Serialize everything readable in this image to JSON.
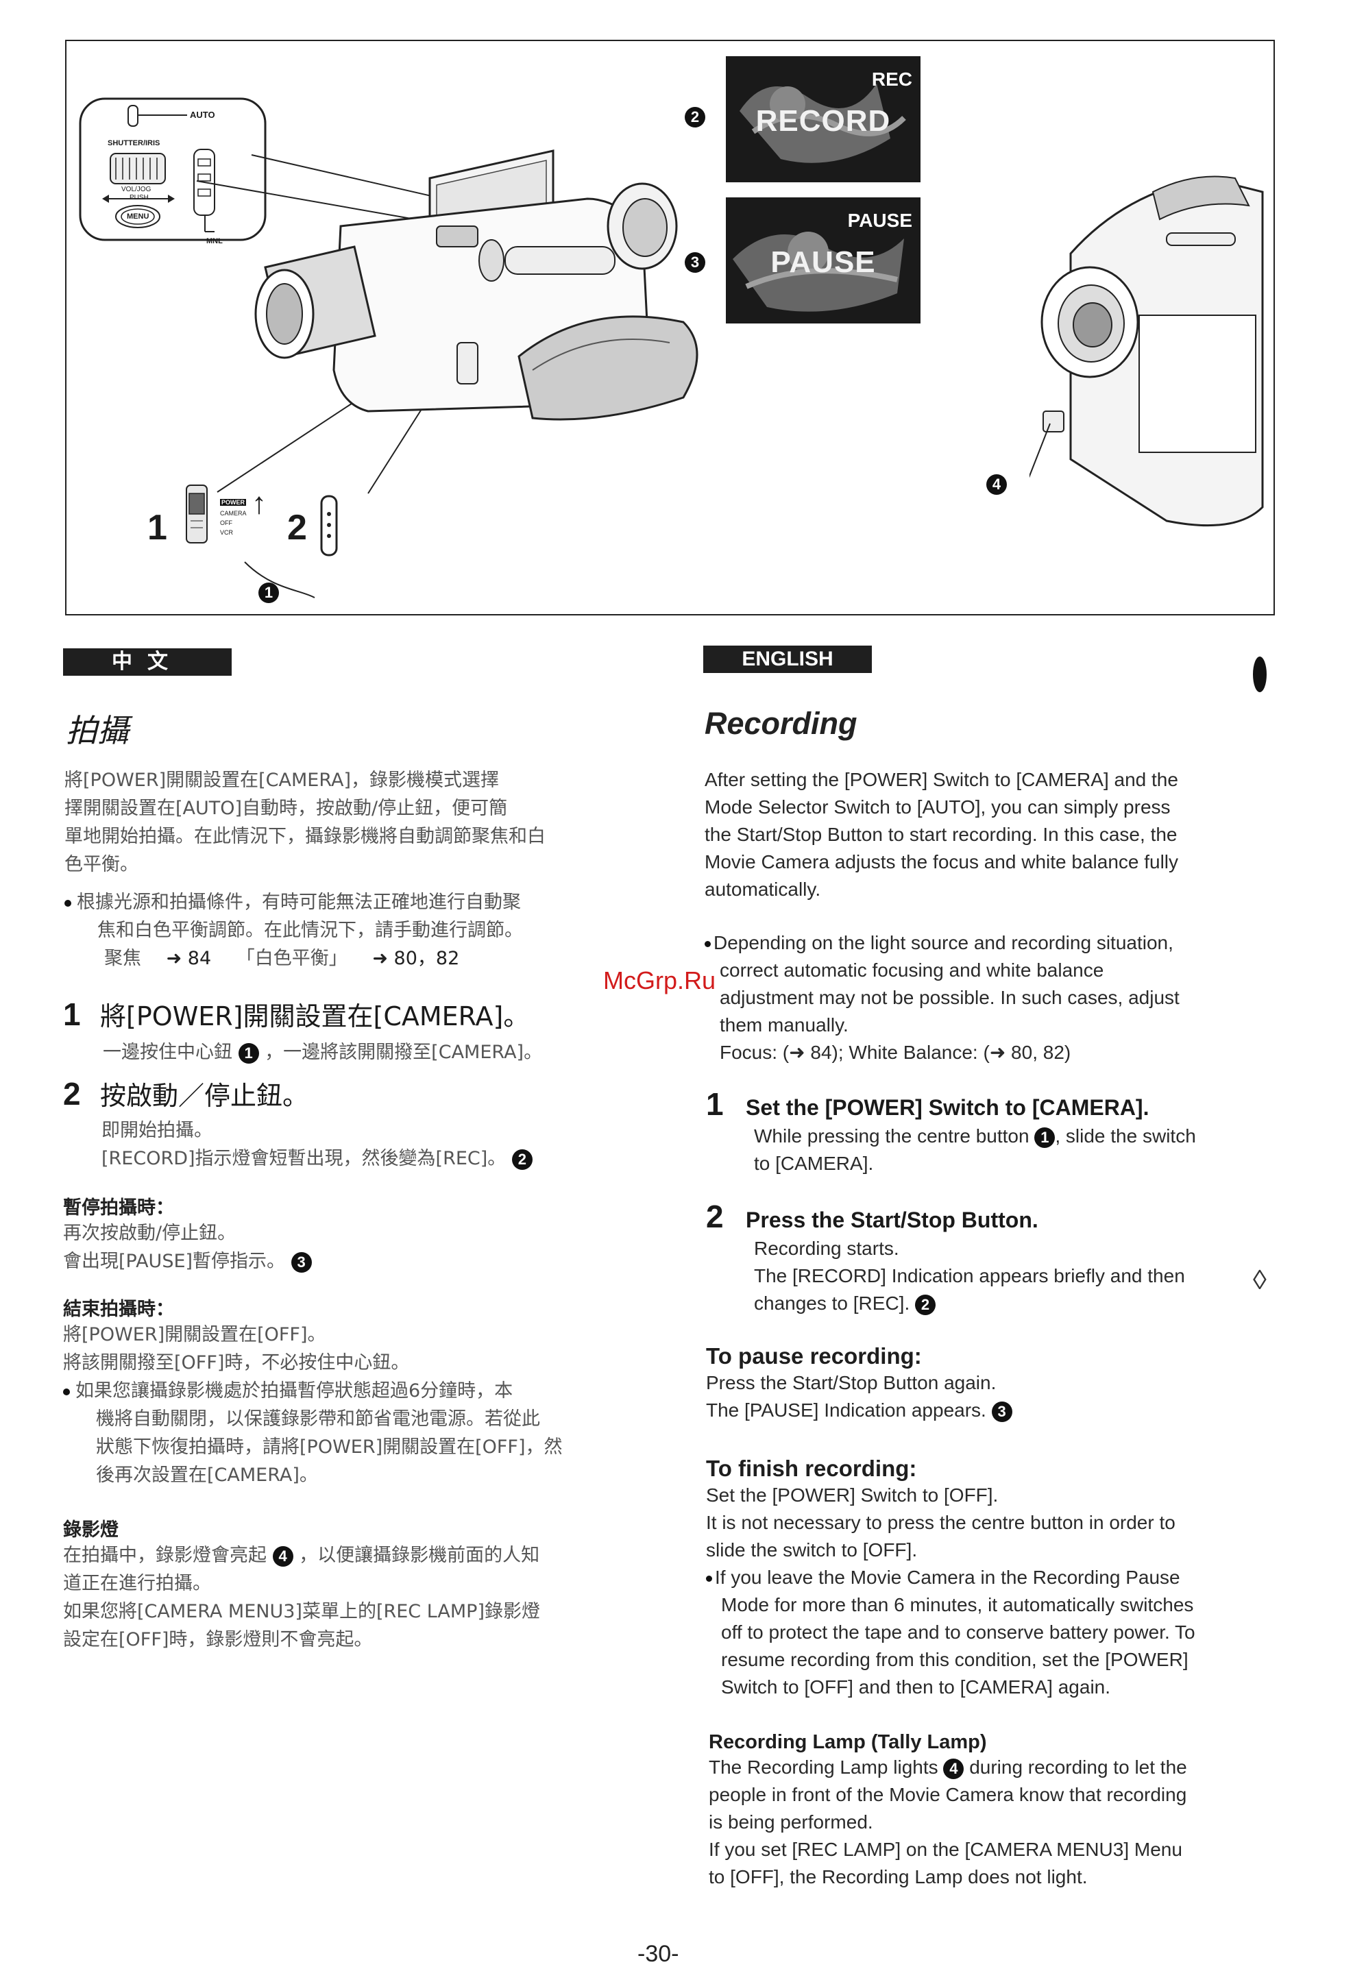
{
  "figure": {
    "callouts": {
      "n1": "1",
      "n2": "2",
      "c1": "1",
      "c2": "2",
      "c3": "3",
      "c4": "4"
    },
    "panel_labels": {
      "auto": "AUTO",
      "shutter": "SHUTTER/IRIS",
      "voljog": "VOL/JOG",
      "push": "PUSH",
      "menu": "MENU",
      "mnl": "MNL",
      "power": "POWER",
      "camera": "CAMERA",
      "off": "OFF",
      "vcr": "VCR"
    },
    "screen1": {
      "corner": "REC",
      "big": "RECORD"
    },
    "screen2": {
      "corner": "PAUSE",
      "big": "PAUSE"
    }
  },
  "chinese": {
    "band": "中文",
    "title": "拍攝",
    "intro": [
      "將[POWER]開關設置在[CAMERA]，錄影機模式選擇",
      "擇開關設置在[AUTO]自動時，按啟動/停止鈕，便可簡",
      "單地開始拍攝。在此情況下，攝錄影機將自動調節聚焦和白",
      "色平衡。"
    ],
    "note": [
      "根據光源和拍攝條件，有時可能無法正確地進行自動聚",
      "焦和白色平衡調節。在此情況下，請手動進行調節。"
    ],
    "note_ref": {
      "focus": "聚焦",
      "focus_page": "➜ 84",
      "wb": "「白色平衡」",
      "wb_page": "➜ 80，82"
    },
    "step1": {
      "num": "1",
      "head": "將[POWER]開關設置在[CAMERA]。",
      "body": "一邊按住中心鈕",
      "body2": "，一邊將該開關撥至[CAMERA]。"
    },
    "step2": {
      "num": "2",
      "head": "按啟動／停止鈕。",
      "body1": "即開始拍攝。",
      "body2": "[RECORD]指示燈會短暫出現，然後變為[REC]。"
    },
    "pause": {
      "head": "暫停拍攝時：",
      "l1": "再次按啟動/停止鈕。",
      "l2": "會出現[PAUSE]暫停指示。"
    },
    "finish": {
      "head": "結束拍攝時：",
      "l1": "將[POWER]開關設置在[OFF]。",
      "l2": "將該開關撥至[OFF]時，不必按住中心鈕。",
      "b1": "如果您讓攝錄影機處於拍攝暫停狀態超過6分鐘時，本",
      "b2": "機將自動關閉，以保護錄影帶和節省電池電源。若從此",
      "b3": "狀態下恢復拍攝時，請將[POWER]開關設置在[OFF]，然",
      "b4": "後再次設置在[CAMERA]。"
    },
    "lamp": {
      "head": "錄影燈",
      "l1a": "在拍攝中，錄影燈會亮起",
      "l1b": "，以便讓攝錄影機前面的人知",
      "l2": "道正在進行拍攝。",
      "l3": "如果您將[CAMERA MENU3]菜單上的[REC LAMP]錄影燈",
      "l4": "設定在[OFF]時，錄影燈則不會亮起。"
    }
  },
  "english": {
    "band": "ENGLISH",
    "title": "Recording",
    "intro": [
      "After setting the [POWER] Switch to [CAMERA] and the",
      "Mode Selector Switch to [AUTO], you can simply press",
      "the Start/Stop Button to start recording. In this case, the",
      "Movie Camera adjusts the focus and white balance fully",
      "automatically."
    ],
    "note": [
      "Depending on the light source and recording situation,",
      "correct automatic focusing and white balance",
      "adjustment may not be possible. In such cases, adjust",
      "them manually."
    ],
    "note_ref": "Focus: (➜ 84); White Balance: (➜ 80, 82)",
    "step1": {
      "num": "1",
      "head": "Set the [POWER] Switch to [CAMERA].",
      "body1": "While pressing the centre button",
      "body1b": ", slide the switch",
      "body2": "to [CAMERA]."
    },
    "step2": {
      "num": "2",
      "head": "Press the Start/Stop Button.",
      "body1": "Recording starts.",
      "body2": "The [RECORD] Indication appears briefly and then",
      "body3": "changes to [REC]."
    },
    "pause": {
      "head": "To pause recording:",
      "l1": "Press the Start/Stop Button again.",
      "l2": "The [PAUSE] Indication appears."
    },
    "finish": {
      "head": "To finish recording:",
      "l1": "Set the [POWER] Switch to [OFF].",
      "l2": "It is not necessary to press the centre button in order to",
      "l3": "slide the switch to [OFF].",
      "b1": "If you leave the Movie Camera in the Recording Pause",
      "b2": "Mode for more than 6 minutes, it automatically switches",
      "b3": "off to protect the tape and to conserve battery power. To",
      "b4": "resume recording from this condition, set the [POWER]",
      "b5": "Switch to [OFF] and then to [CAMERA] again."
    },
    "lamp": {
      "head": "Recording Lamp (Tally Lamp)",
      "l1a": "The Recording Lamp lights",
      "l1b": "during recording to let the",
      "l2": "people in front of the Movie Camera know that recording",
      "l3": "is being performed.",
      "l4": "If you set [REC LAMP] on the [CAMERA MENU3] Menu",
      "l5": "to [OFF], the Recording Lamp does not light."
    }
  },
  "watermark": "McGrp.Ru",
  "page_number": "-30-"
}
